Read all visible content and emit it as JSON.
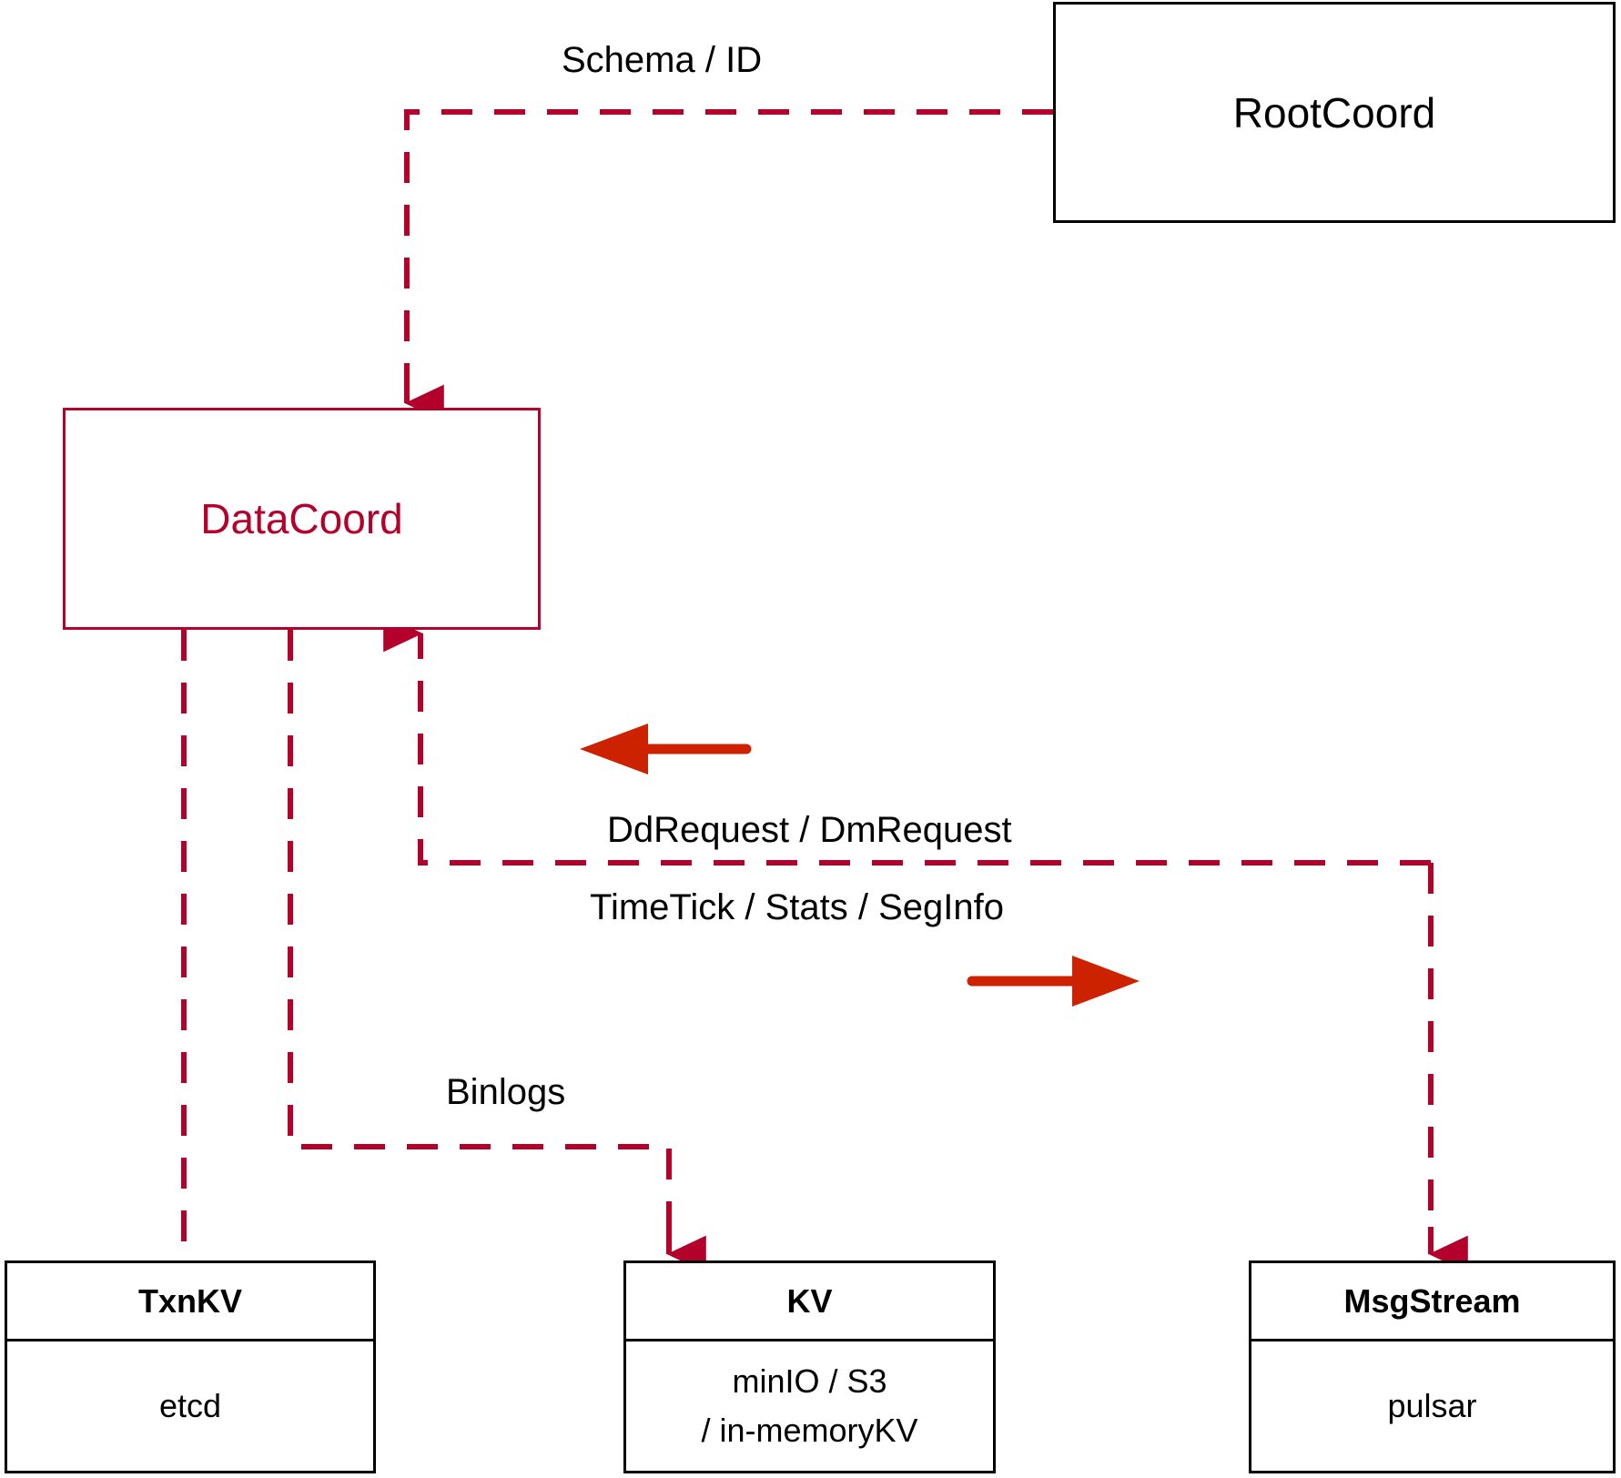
{
  "diagram": {
    "title": "DataCoord component architecture",
    "accent_color": "#b3012c",
    "arrow_color": "#cc2200",
    "line_color": "#000000",
    "background": "#ffffff"
  },
  "nodes": {
    "rootcoord": {
      "title": "RootCoord"
    },
    "datacoord": {
      "title": "DataCoord"
    },
    "txnkv": {
      "title": "TxnKV",
      "impl_line1": "etcd",
      "impl_line2": ""
    },
    "kv": {
      "title": "KV",
      "impl_line1": "minIO / S3",
      "impl_line2": "/ in-memoryKV"
    },
    "msgstream": {
      "title": "MsgStream",
      "impl_line1": "pulsar",
      "impl_line2": ""
    }
  },
  "edge_labels": {
    "schema_id": "Schema / ID",
    "dd_dm_request": "DdRequest / DmRequest",
    "timetick_stats_seginfo": "TimeTick / Stats / SegInfo",
    "binlogs": "Binlogs"
  }
}
